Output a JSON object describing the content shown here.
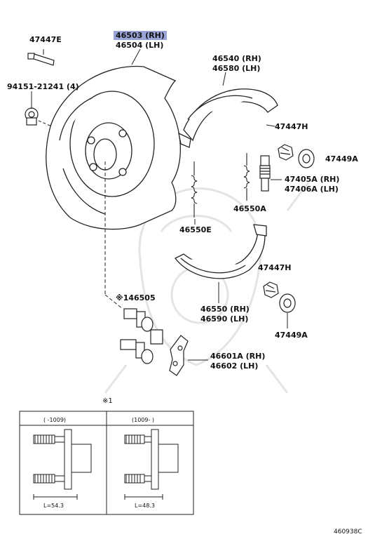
{
  "parts": {
    "p47447e": "47447E",
    "p46503_rh": "46503 (RH)",
    "p46504_lh": "46504 (LH)",
    "p94151": "94151-21241 (4)",
    "p46540_rh": "46540 (RH)",
    "p46580_lh": "46580 (LH)",
    "p47447h_a": "47447H",
    "p47449a_a": "47449A",
    "p47405a_rh": "47405A (RH)",
    "p47406a_lh": "47406A (LH)",
    "p46550a": "46550A",
    "p46550e": "46550E",
    "p47447h_b": "47447H",
    "p46505": "※146505",
    "p46550_rh": "46550 (RH)",
    "p46590_lh": "46590 (LH)",
    "p47449a_b": "47449A",
    "p46601a_rh": "46601A (RH)",
    "p46602_lh": "46602 (LH)"
  },
  "inset": {
    "marker": "※1",
    "left_header": "(      -1009)",
    "right_header": "(1009-      )",
    "left_length": "L=54.3",
    "right_length": "L=48.3"
  },
  "figure_id": "460938C",
  "colors": {
    "highlight": "#9aa3d6",
    "line": "#222222",
    "watermark": "#e6e6e6"
  }
}
